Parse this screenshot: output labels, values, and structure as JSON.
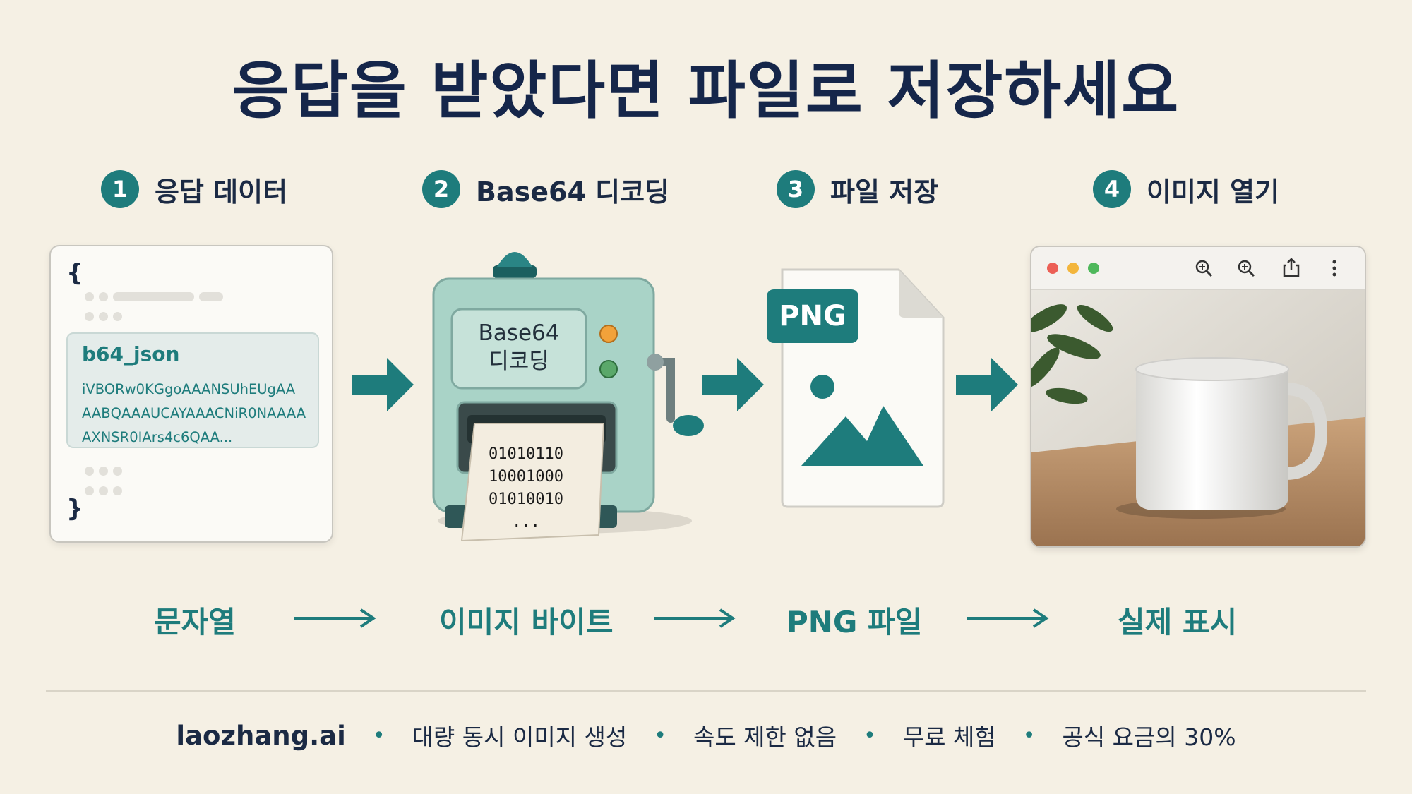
{
  "title": "응답을 받았다면 파일로 저장하세요",
  "steps": [
    {
      "num": "1",
      "label": "응답 데이터"
    },
    {
      "num": "2",
      "label": "Base64 디코딩"
    },
    {
      "num": "3",
      "label": "파일 저장"
    },
    {
      "num": "4",
      "label": "이미지 열기"
    }
  ],
  "json_card": {
    "open_brace": "{",
    "close_brace": "}",
    "key": "b64_json",
    "value_lines": [
      "iVBORw0KGgoAAANSUhEUgAA",
      "AABQAAAUCAYAAACNiR0NAAAA",
      "AXNSR0IArs4c6QAA..."
    ]
  },
  "machine": {
    "label_line1": "Base64",
    "label_line2": "디코딩",
    "paper_lines": [
      "01010110",
      "10001000",
      "01010010",
      "..."
    ]
  },
  "file_icon": {
    "tag": "PNG"
  },
  "flow": [
    "문자열",
    "이미지 바이트",
    "PNG 파일",
    "실제 표시"
  ],
  "footer": {
    "brand": "laozhang.ai",
    "items": [
      "대량 동시 이미지 생성",
      "속도 제한 없음",
      "무료 체험",
      "공식 요금의 30%"
    ]
  },
  "colors": {
    "accent": "#1e7c7c",
    "title": "#15264a",
    "background": "#f5f0e4"
  },
  "icons": [
    "zoom-in-icon",
    "zoom-in-icon",
    "share-icon",
    "more-vertical-icon"
  ]
}
